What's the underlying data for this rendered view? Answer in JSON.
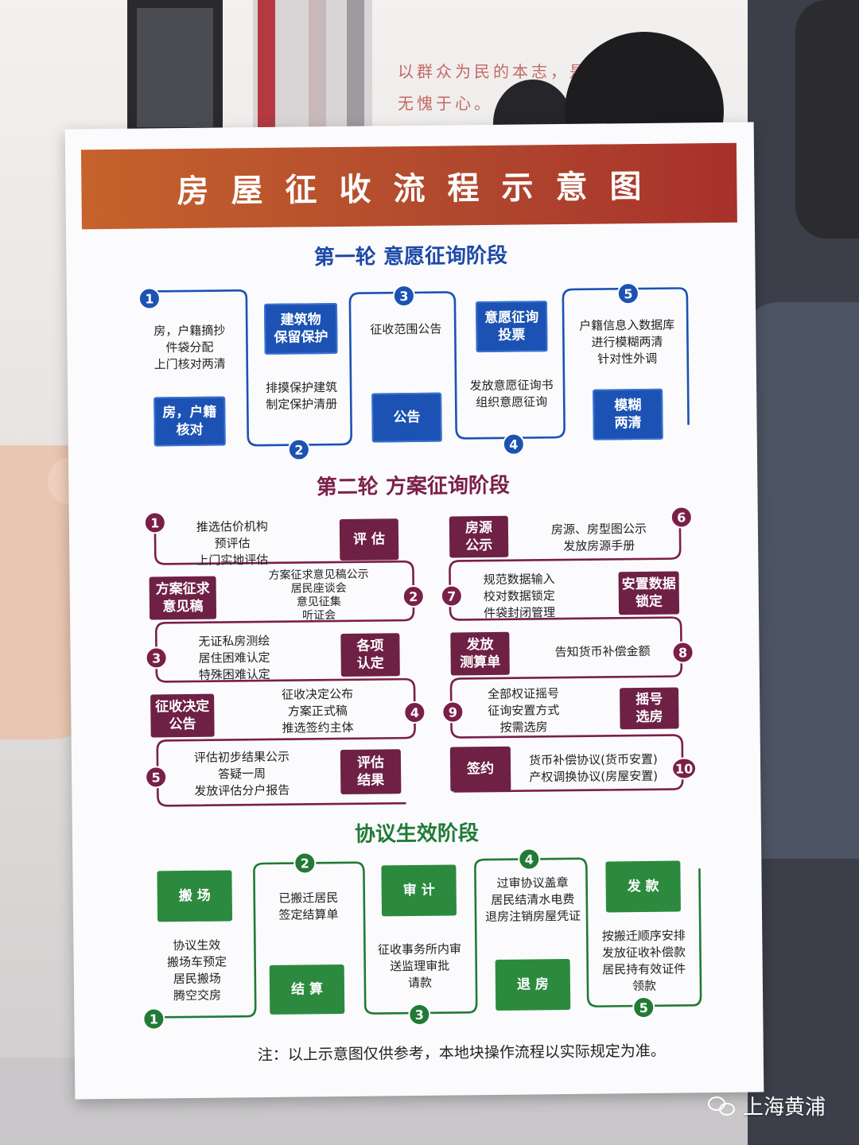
{
  "title": "房屋征收流程示意图",
  "section1": {
    "title": "第一轮 意愿征询阶段",
    "steps": [
      {
        "num": "1",
        "box": "房，户籍\n核对",
        "text": "房，户籍摘抄\n件袋分配\n上门核对两清"
      },
      {
        "num": "2",
        "box": "建筑物\n保留保护",
        "text": "排摸保护建筑\n制定保护清册"
      },
      {
        "num": "3",
        "box": "公告",
        "text": "征收范围公告"
      },
      {
        "num": "4",
        "box": "意愿征询\n投票",
        "text": "发放意愿征询书\n组织意愿征询"
      },
      {
        "num": "5",
        "box": "模糊\n两清",
        "text": "户籍信息入数据库\n进行模糊两清\n针对性外调"
      }
    ]
  },
  "section2": {
    "title": "第二轮 方案征询阶段",
    "steps": [
      {
        "num": "1",
        "box": "评 估",
        "text": "推选估价机构\n预评估\n上门实地评估"
      },
      {
        "num": "2",
        "box": "方案征求\n意见稿",
        "text": "方案征求意见稿公示\n居民座谈会\n意见征集\n听证会"
      },
      {
        "num": "3",
        "box": "各项\n认定",
        "text": "无证私房测绘\n居住困难认定\n特殊困难认定"
      },
      {
        "num": "4",
        "box": "征收决定\n公告",
        "text": "征收决定公布\n方案正式稿\n推选签约主体"
      },
      {
        "num": "5",
        "box": "评估\n结果",
        "text": "评估初步结果公示\n答疑一周\n发放评估分户报告"
      },
      {
        "num": "6",
        "box": "房源\n公示",
        "text": "房源、房型图公示\n发放房源手册"
      },
      {
        "num": "7",
        "box": "安置数据\n锁定",
        "text": "规范数据输入\n校对数据锁定\n件袋封闭管理"
      },
      {
        "num": "8",
        "box": "发放\n测算单",
        "text": "告知货币补偿金额"
      },
      {
        "num": "9",
        "box": "摇号\n选房",
        "text": "全部权证摇号\n征询安置方式\n按需选房"
      },
      {
        "num": "10",
        "box": "签约",
        "text": "货币补偿协议(货币安置)\n产权调换协议(房屋安置)"
      }
    ]
  },
  "section3": {
    "title": "协议生效阶段",
    "steps": [
      {
        "num": "1",
        "box": "搬 场",
        "text": "协议生效\n搬场车预定\n居民搬场\n腾空交房"
      },
      {
        "num": "2",
        "box": "结 算",
        "text": "已搬迁居民\n签定结算单"
      },
      {
        "num": "3",
        "box": "审 计",
        "text": "征收事务所内审\n送监理审批\n请款"
      },
      {
        "num": "4",
        "box": "退 房",
        "text": "过审协议盖章\n居民结清水电费\n退房注销房屋凭证"
      },
      {
        "num": "5",
        "box": "发 款",
        "text": "按搬迁顺序安排\n发放征收补偿款\n居民持有效证件\n领款"
      }
    ]
  },
  "note": "注：以上示意图仅供参考，本地块操作流程以实际规定为准。",
  "watermark": "上海黄浦",
  "background_script": "以群众为民的本志，是群众的工作，\n无愧于心。",
  "colors": {
    "round1": "#1c52b3",
    "round2": "#7a1f48",
    "round3": "#227a36",
    "banner": "#b0472e"
  }
}
